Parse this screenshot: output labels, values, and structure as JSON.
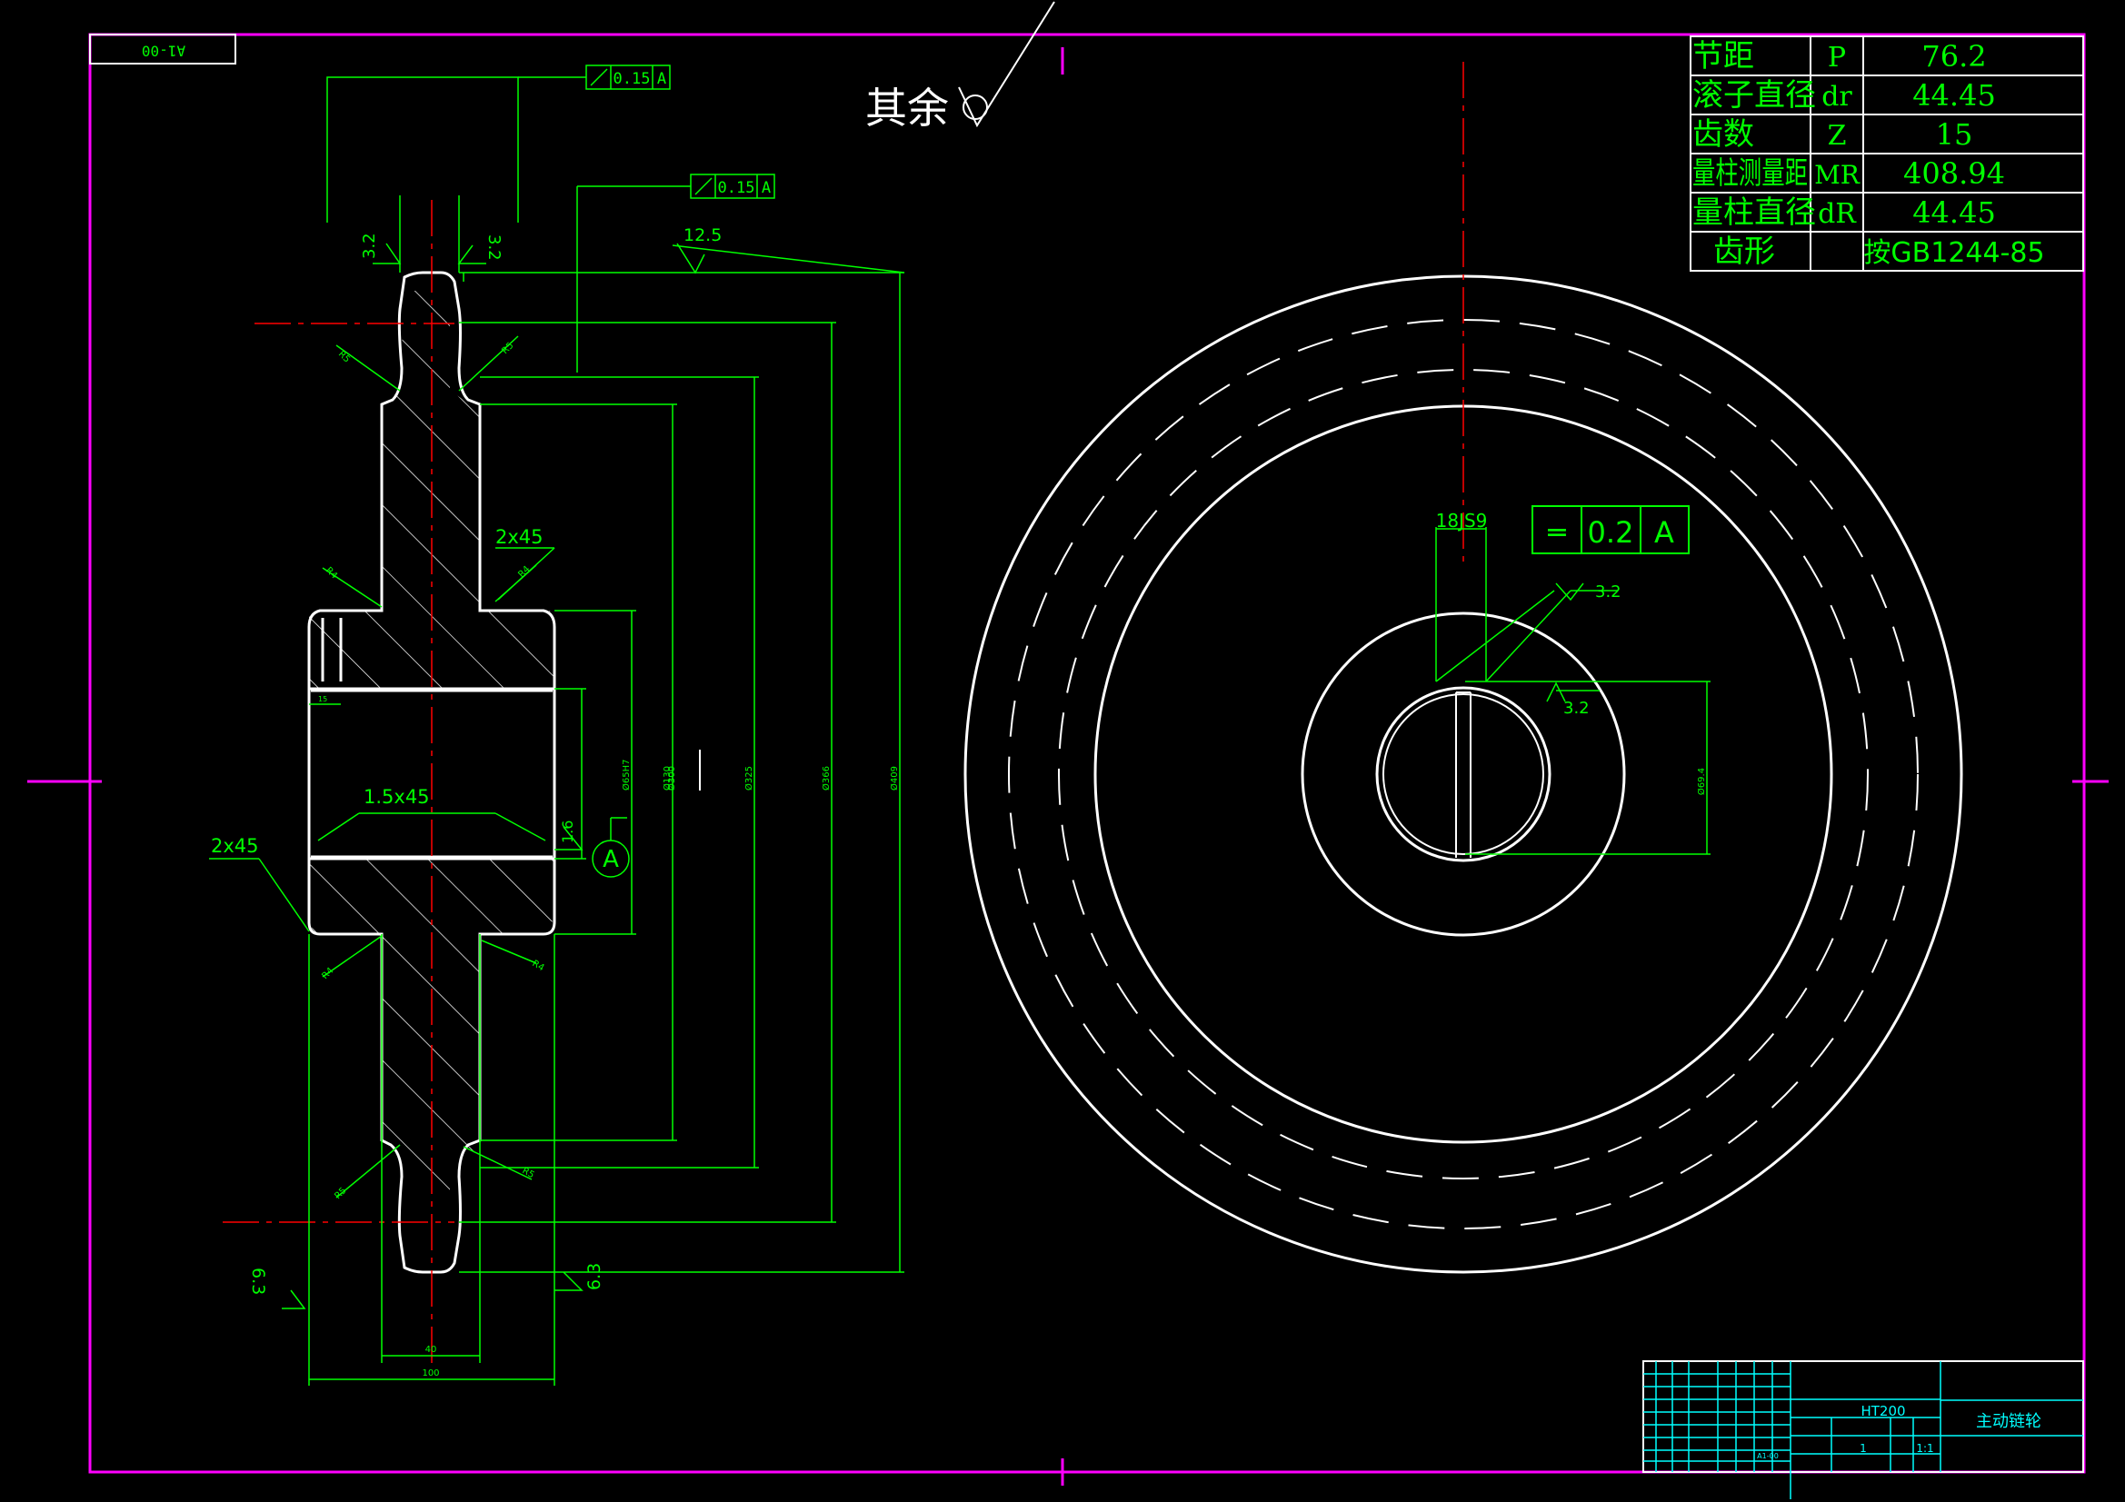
{
  "colors": {
    "background": "#000000",
    "frame": "#ff00ff",
    "outline": "#ffffff",
    "dimension": "#00ff00",
    "center": "#ff0000",
    "title_block": "#00ffff",
    "text": "#00ff00"
  },
  "frame_code": "A1-00",
  "other_surfaces": {
    "label": "其余"
  },
  "spec_table": [
    {
      "label": "节距",
      "symbol": "P",
      "value": "76.2"
    },
    {
      "label": "滚子直径",
      "symbol": "dr",
      "value": "44.45"
    },
    {
      "label": "齿数",
      "symbol": "Z",
      "value": "15"
    },
    {
      "label": "量柱测量距",
      "symbol": "MR",
      "value": "408.94"
    },
    {
      "label": "量柱直径",
      "symbol": "dR",
      "value": "44.45"
    },
    {
      "label": "齿形",
      "symbol": "",
      "value": "按GB1244-85"
    }
  ],
  "section_view": {
    "tolerances": [
      "0.15",
      "0.15"
    ],
    "datum": "A",
    "roughness": [
      "3.2",
      "3.2",
      "12.5",
      "6.3",
      "6.3",
      "1.6"
    ],
    "chamfers": [
      "2x45",
      "1.5x45",
      "2x45"
    ],
    "radii": [
      "R5",
      "R5",
      "R4",
      "R4",
      "R4",
      "R4",
      "R5",
      "R5"
    ],
    "diameters": [
      "Ø65H7",
      "Ø130",
      "Ø300",
      "Ø325",
      "Ø366",
      "Ø409"
    ],
    "widths": [
      "40",
      "100",
      "15"
    ]
  },
  "front_view": {
    "keyway_width": "18JS9",
    "symmetry_tolerance": {
      "symbol": "═",
      "value": "0.2",
      "datum": "A"
    },
    "roughness": [
      "3.2",
      "3.2"
    ],
    "keyway_depth": "Ø69.4"
  },
  "title_block": {
    "material": "HT200",
    "part_name": "主动链轮",
    "quantity": "1",
    "scale": "1:1",
    "drawing_no": "A1-00"
  }
}
